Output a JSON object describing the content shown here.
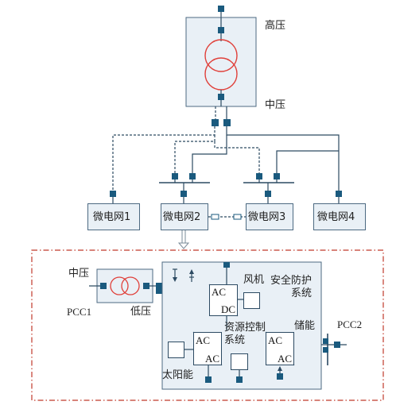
{
  "colors": {
    "line": "#2c4a62",
    "node": "#1a5a7e",
    "transformer": "#e0403a",
    "boundary": "#c0392b",
    "box_fill": "#e9f0f6",
    "box_border": "#4d6a82"
  },
  "top": {
    "high_voltage": "高压",
    "medium_voltage": "中压"
  },
  "microgrids": {
    "mg1": "微电网1",
    "mg2": "微电网2",
    "mg3": "微电网3",
    "mg4": "微电网4"
  },
  "detail": {
    "medium_voltage": "中压",
    "low_voltage": "低压",
    "pcc1": "PCC1",
    "pcc2": "PCC2",
    "wind": "风机",
    "security": "安全防护\n系统",
    "resource_control": "资源控制\n系统",
    "storage": "储能",
    "solar": "太阳能",
    "conv_acdc_top": "AC",
    "conv_acdc_bottom": "DC",
    "conv_acac_top": "AC",
    "conv_acac_bottom": "AC",
    "conv_storage_top": "AC",
    "conv_storage_bottom": "AC"
  },
  "icons": [
    "transformer-icon",
    "converter-icon",
    "breaker-node-icon",
    "arrow-down-icon",
    "arrow-up-icon",
    "double-arrow-icon"
  ]
}
